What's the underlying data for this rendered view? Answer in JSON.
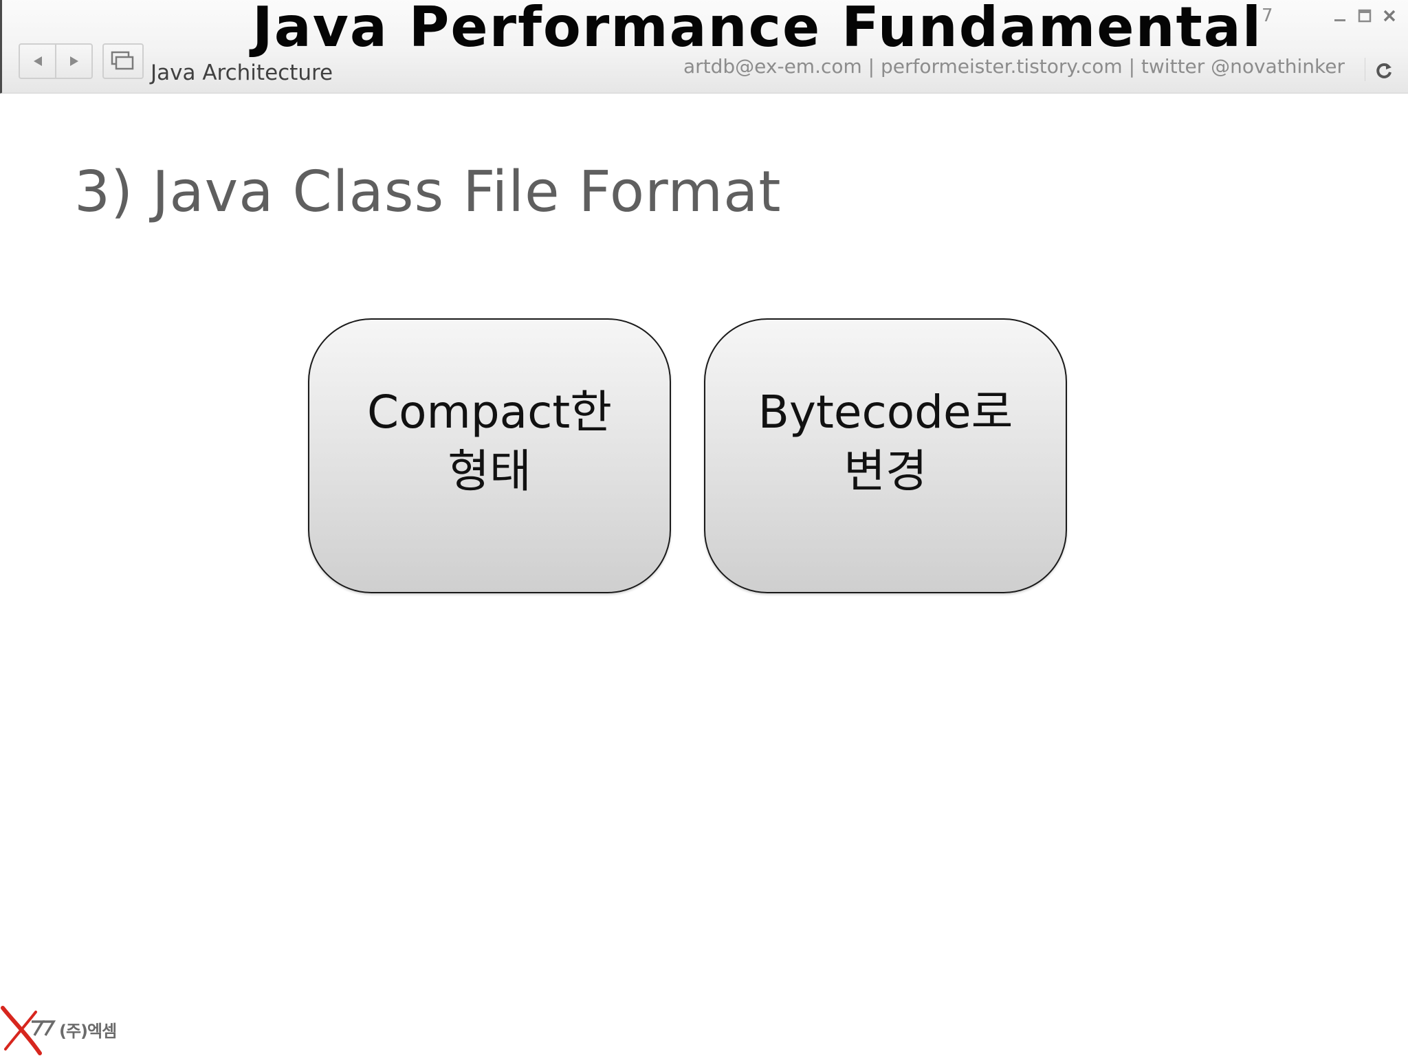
{
  "header": {
    "title": "Java Performance Fundamental",
    "subtitle": "Java Architecture",
    "contact": "artdb@ex-em.com | performeister.tistory.com | twitter @novathinker",
    "page_number": "7",
    "nav": {
      "prev_icon": "triangle-left",
      "next_icon": "triangle-right",
      "screen_icon": "screens-icon"
    }
  },
  "slide": {
    "heading": "3) Java Class File Format",
    "boxes": [
      {
        "line1": "Compact한",
        "line2": "형태"
      },
      {
        "line1": "Bytecode로",
        "line2": "변경"
      }
    ]
  },
  "footer": {
    "logo_text": "(주)엑셈"
  },
  "colors": {
    "title": "#050505",
    "heading": "#5f5f5f",
    "contact": "#8c8c8c",
    "logo_red": "#d7261e"
  }
}
